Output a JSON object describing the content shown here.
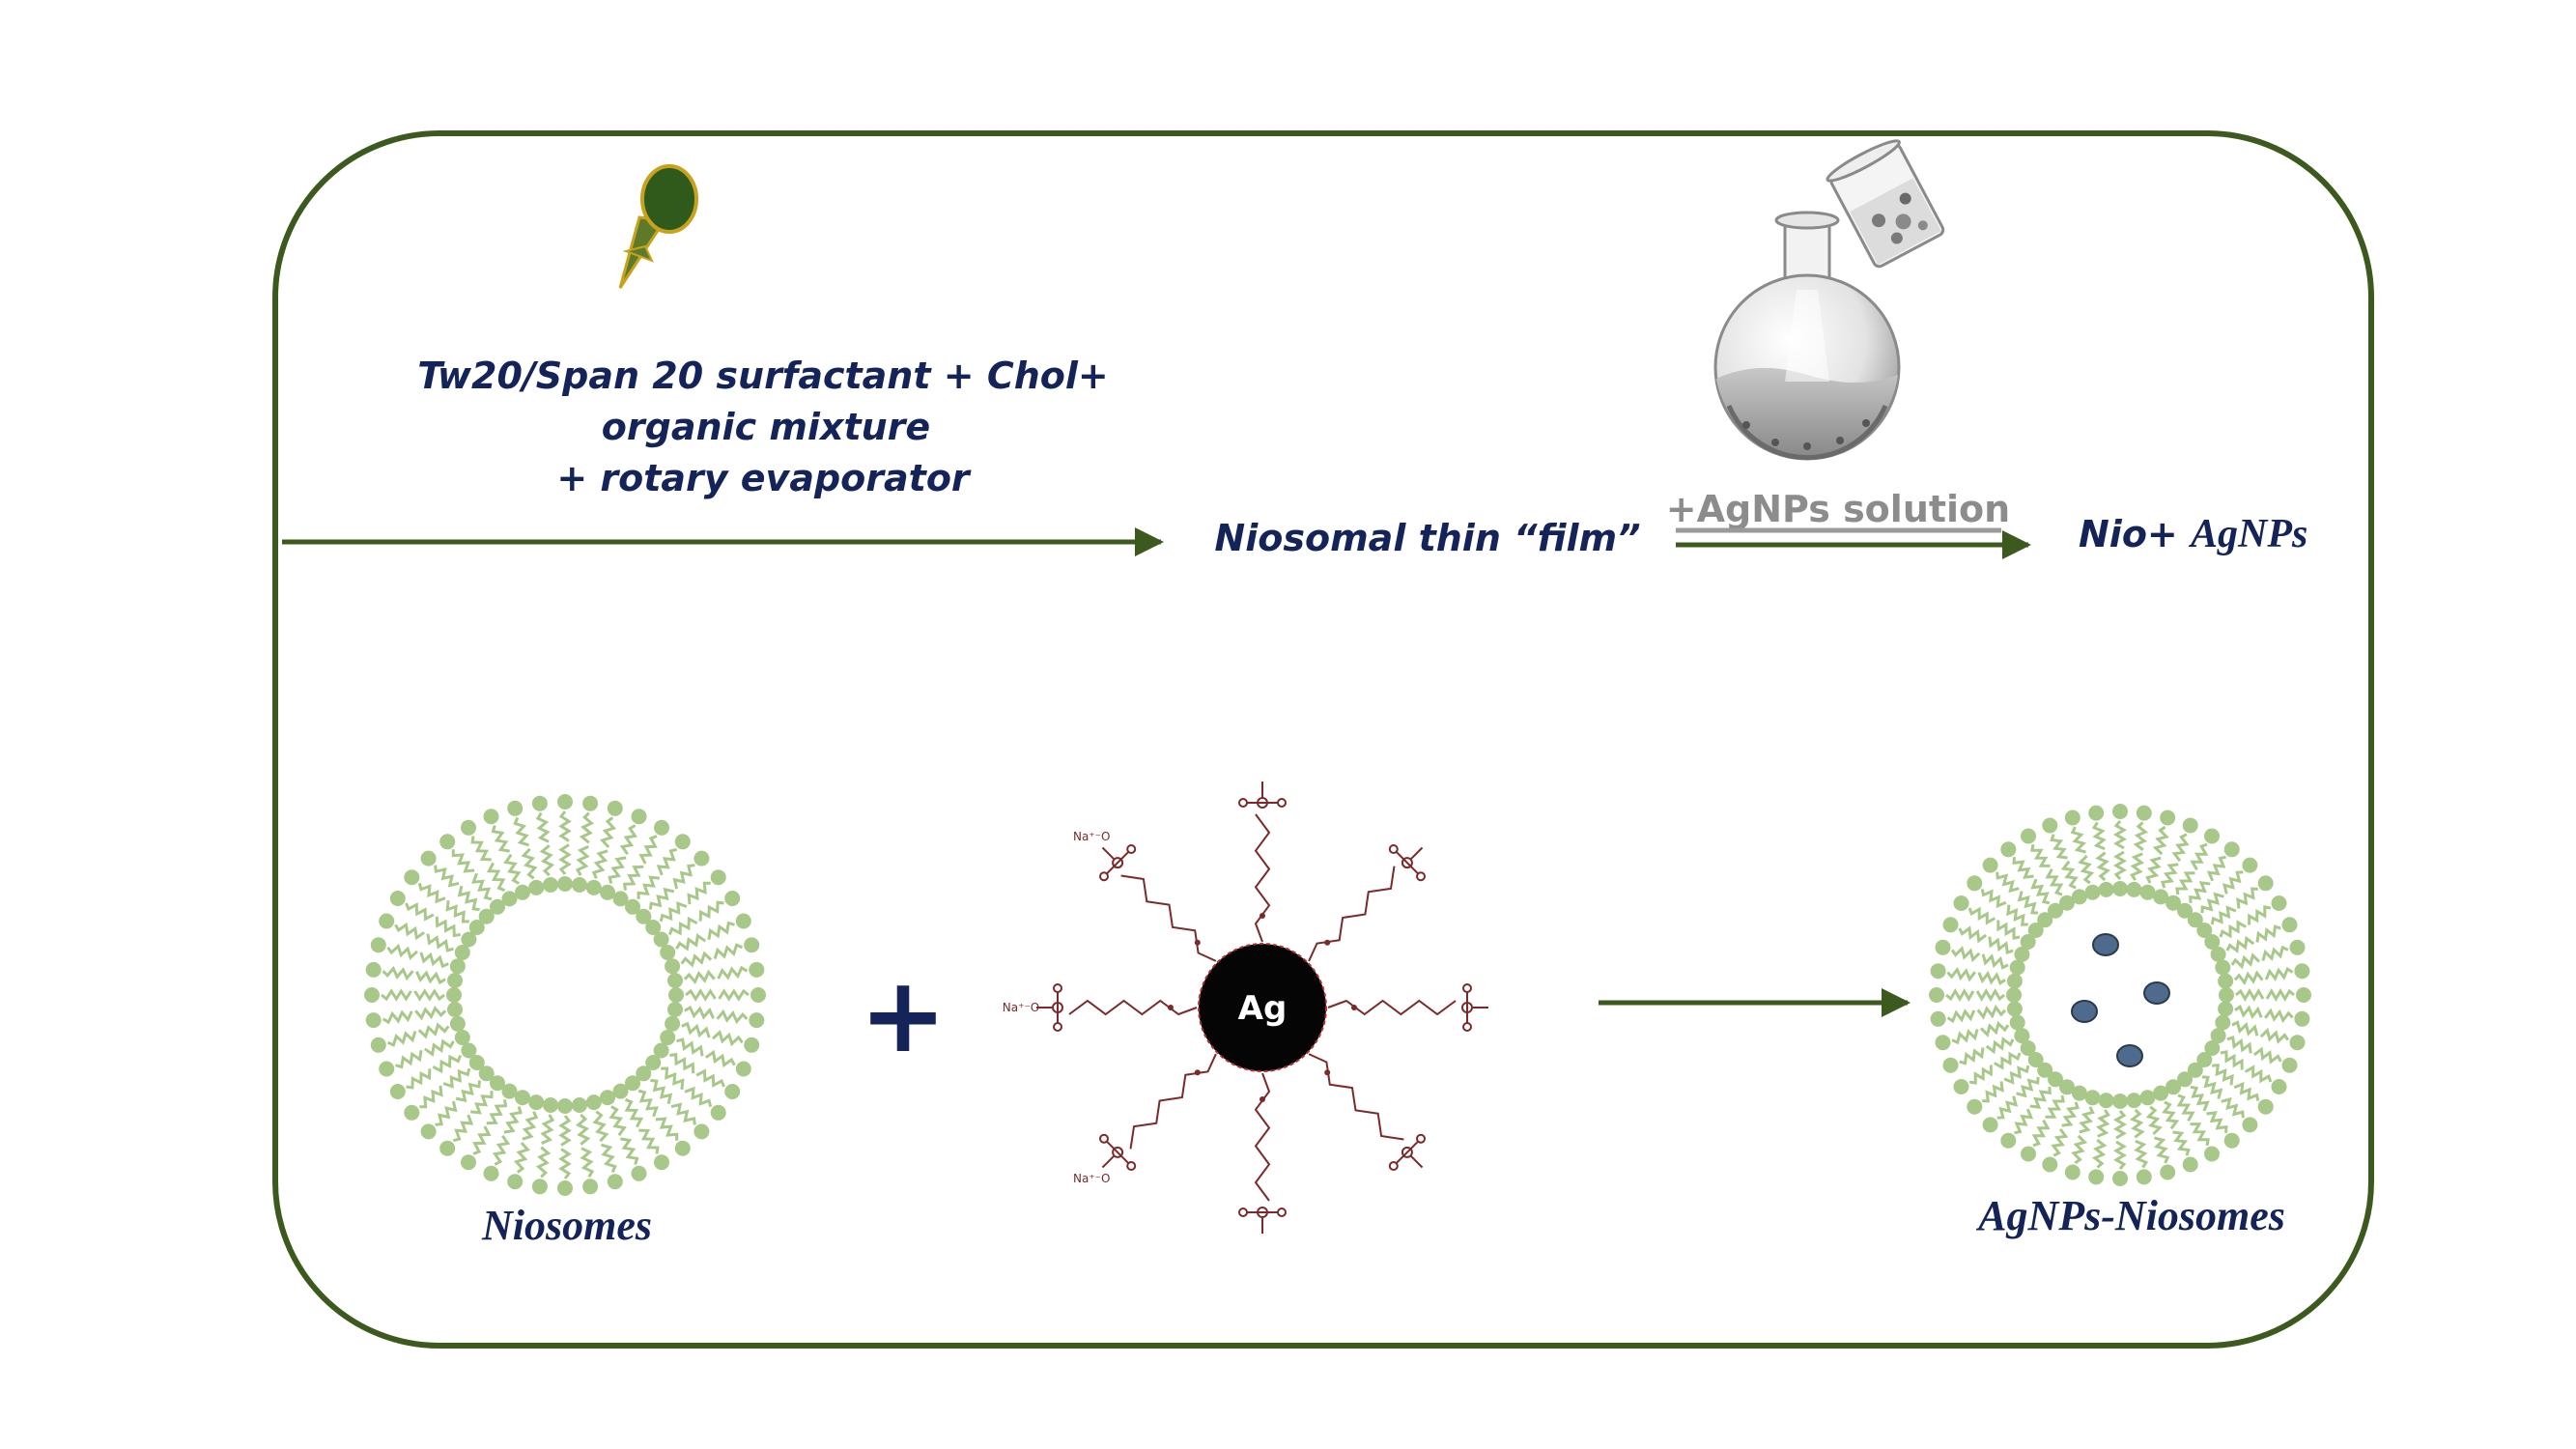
{
  "process": {
    "step1_line1": "Tw20/Span 20  surfactant + Chol+",
    "step1_line2": "organic mixture",
    "step1_line3": "+ rotary evaporator",
    "intermediate": "Niosomal thin “film”",
    "arrow2_label": "+AgNPs solution",
    "product_prefix": "Nio+ ",
    "product_suffix": "AgNPs"
  },
  "bottom": {
    "left_label": "Niosomes",
    "plus_sign": "+",
    "ag_label": "Ag",
    "right_label": "AgNPs-Niosomes",
    "na_ion": "Na⁺⁻O"
  },
  "colors": {
    "frame": "#3d5a1e",
    "text_navy": "#142459",
    "lipid": "#a8c88a",
    "ag_ligand": "#7a2a2a",
    "nanoparticle": "#4e6a8c",
    "arrow_label_gray": "#8c8c8c"
  },
  "icons": [
    "dropper-icon",
    "round-bottom-flask-icon",
    "beaker-icon"
  ]
}
